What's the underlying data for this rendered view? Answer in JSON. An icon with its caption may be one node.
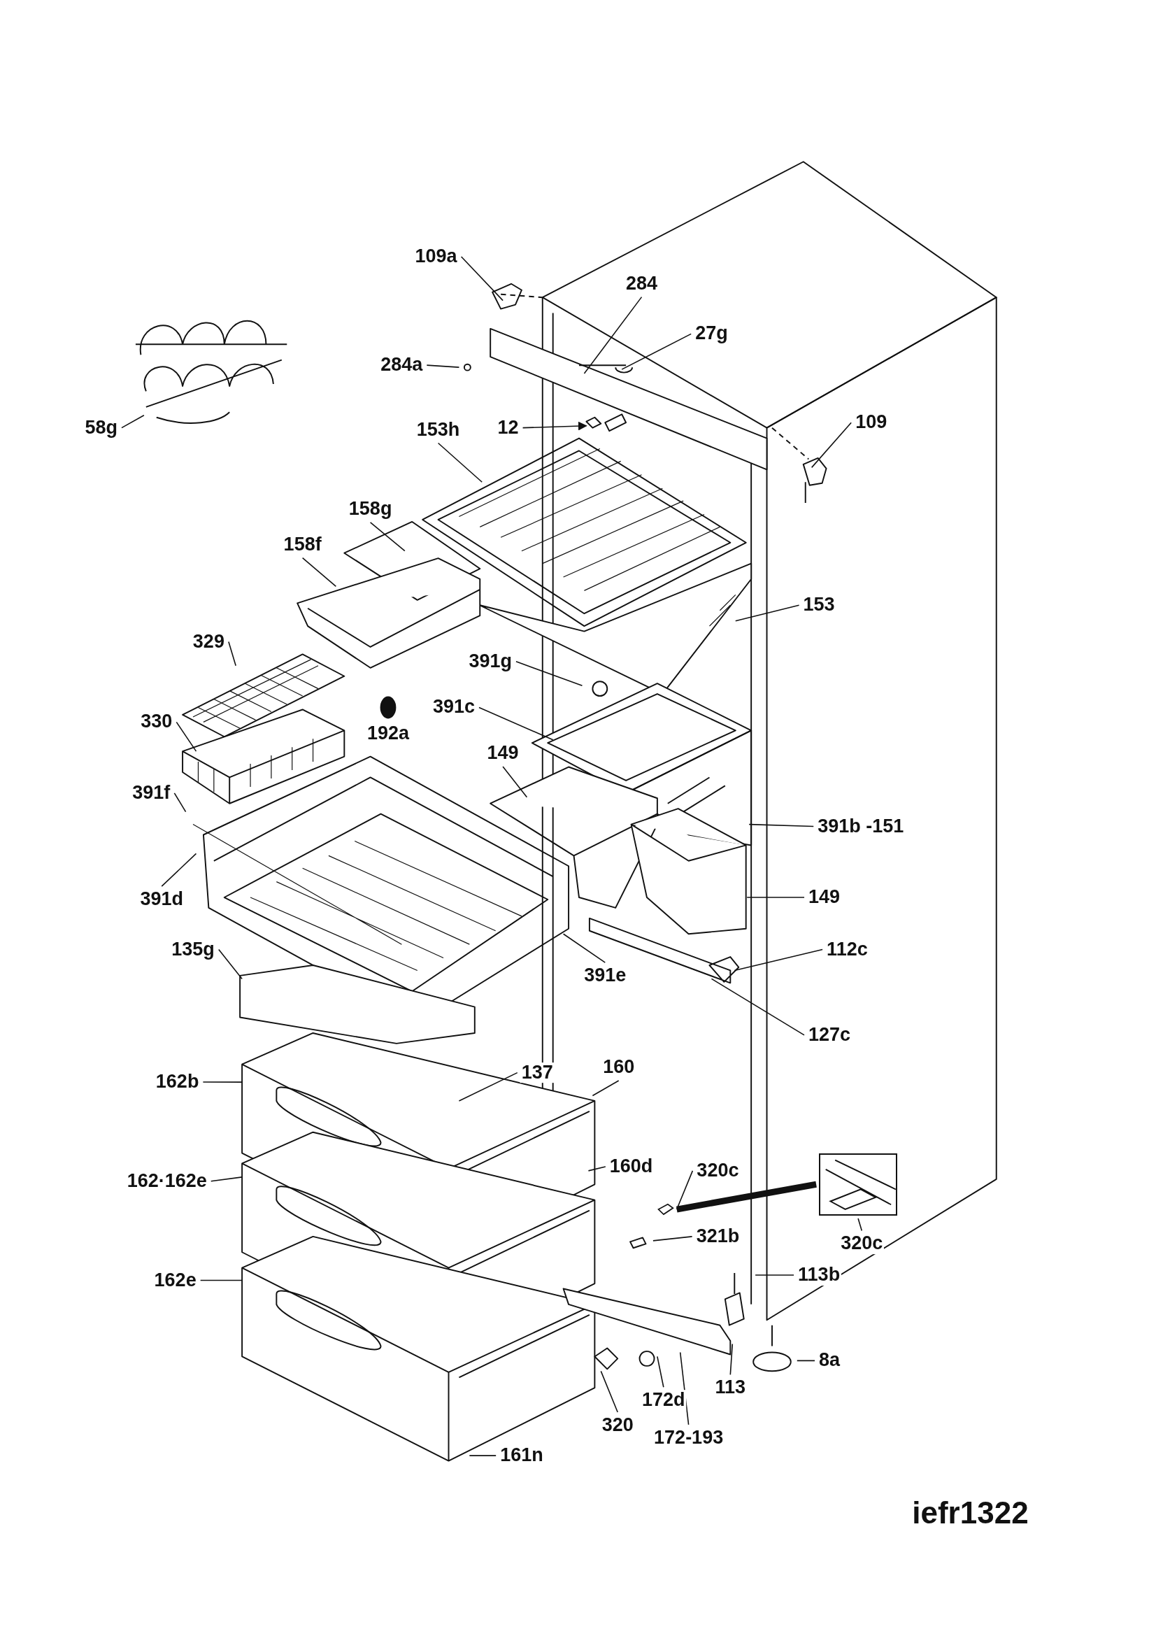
{
  "diagram": {
    "nodes": [
      {
        "text": [
          "109a"
        ]
      },
      {
        "text": [
          "284"
        ]
      },
      {
        "text": [
          "27g"
        ]
      },
      {
        "text": [
          "284a"
        ]
      },
      {
        "text": [
          "109"
        ]
      },
      {
        "text": [
          "58g"
        ]
      },
      {
        "text": [
          "12"
        ]
      },
      {
        "text": [
          "153h"
        ]
      },
      {
        "text": [
          "158g"
        ]
      },
      {
        "text": [
          "158f"
        ]
      },
      {
        "text": [
          "153"
        ]
      },
      {
        "text": [
          "329"
        ]
      },
      {
        "text": [
          "391g"
        ]
      },
      {
        "text": [
          "330"
        ]
      },
      {
        "text": [
          "391c"
        ]
      },
      {
        "text": [
          "149"
        ]
      },
      {
        "text": [
          "391f"
        ]
      },
      {
        "text": [
          "391b -151"
        ]
      },
      {
        "text": [
          "391d"
        ]
      },
      {
        "text": [
          "149"
        ]
      },
      {
        "text": [
          "112c"
        ]
      },
      {
        "text": [
          "135g"
        ]
      },
      {
        "text": [
          "391e"
        ]
      },
      {
        "text": [
          "127c"
        ]
      },
      {
        "text": [
          "162b"
        ]
      },
      {
        "text": [
          "137"
        ]
      },
      {
        "text": [
          "160"
        ]
      },
      {
        "text": [
          "162·162e"
        ]
      },
      {
        "text": [
          "160d"
        ]
      },
      {
        "text": [
          "320c"
        ]
      },
      {
        "text": [
          "320c"
        ]
      },
      {
        "text": [
          "321b"
        ]
      },
      {
        "text": [
          "162e"
        ]
      },
      {
        "text": [
          "113b"
        ]
      },
      {
        "text": [
          "8a"
        ]
      },
      {
        "text": [
          "113"
        ]
      },
      {
        "text": [
          "172d"
        ]
      },
      {
        "text": [
          "320"
        ]
      },
      {
        "text": [
          "172-193"
        ]
      },
      {
        "text": [
          "161n"
        ]
      },
      {
        "text": [],
        "shape": "box"
      },
      {
        "text": [],
        "shape": "picture"
      }
    ],
    "edges": [
      {
        "from": 0,
        "to": null,
        "arrow": "none"
      },
      {
        "from": 1,
        "to": null,
        "arrow": "none"
      },
      {
        "from": 2,
        "to": null,
        "arrow": "none"
      },
      {
        "from": 3,
        "to": null,
        "arrow": "none"
      },
      {
        "from": 4,
        "to": null,
        "arrow": "none"
      },
      {
        "from": 5,
        "to": null,
        "arrow": "none"
      },
      {
        "from": 6,
        "to": null,
        "arrow": "to"
      },
      {
        "from": 7,
        "to": null,
        "arrow": "none"
      },
      {
        "from": 8,
        "to": null,
        "arrow": "none"
      },
      {
        "from": 9,
        "to": null,
        "arrow": "none"
      },
      {
        "from": 10,
        "to": null,
        "arrow": "none"
      },
      {
        "from": 11,
        "to": null,
        "arrow": "none"
      },
      {
        "from": 12,
        "to": null,
        "arrow": "none"
      },
      {
        "from": 13,
        "to": null,
        "arrow": "none"
      },
      {
        "from": 14,
        "to": null,
        "arrow": "none"
      },
      {
        "from": 15,
        "to": null,
        "arrow": "none"
      },
      {
        "from": 16,
        "to": null,
        "arrow": "none"
      },
      {
        "from": 17,
        "to": null,
        "arrow": "none"
      },
      {
        "from": 18,
        "to": null,
        "arrow": "none"
      },
      {
        "from": 19,
        "to": null,
        "arrow": "none"
      },
      {
        "from": 20,
        "to": null,
        "arrow": "none"
      },
      {
        "from": 21,
        "to": null,
        "arrow": "none"
      },
      {
        "from": 22,
        "to": null,
        "arrow": "none"
      },
      {
        "from": 23,
        "to": null,
        "arrow": "none"
      },
      {
        "from": 24,
        "to": null,
        "arrow": "none"
      },
      {
        "from": 25,
        "to": null,
        "arrow": "none"
      },
      {
        "from": 26,
        "to": null,
        "arrow": "none"
      },
      {
        "from": 27,
        "to": null,
        "arrow": "none"
      },
      {
        "from": 28,
        "to": null,
        "arrow": "none"
      },
      {
        "from": 29,
        "to": 40,
        "arrow": "none"
      },
      {
        "from": 30,
        "to": 41,
        "arrow": "none"
      },
      {
        "from": 31,
        "to": null,
        "arrow": "none"
      },
      {
        "from": 32,
        "to": null,
        "arrow": "none"
      },
      {
        "from": 33,
        "to": null,
        "arrow": "none"
      },
      {
        "from": 34,
        "to": null,
        "arrow": "none"
      },
      {
        "from": 35,
        "to": null,
        "arrow": "none"
      },
      {
        "from": 36,
        "to": null,
        "arrow": "none"
      },
      {
        "from": 37,
        "to": null,
        "arrow": "none"
      },
      {
        "from": 38,
        "to": null,
        "arrow": "none"
      },
      {
        "from": 39,
        "to": null,
        "arrow": "none"
      },
      {
        "from": 40,
        "to": 41,
        "arrow": "none",
        "style": "thick"
      }
    ],
    "labels": [
      "192a",
      "iefr1322"
    ]
  }
}
